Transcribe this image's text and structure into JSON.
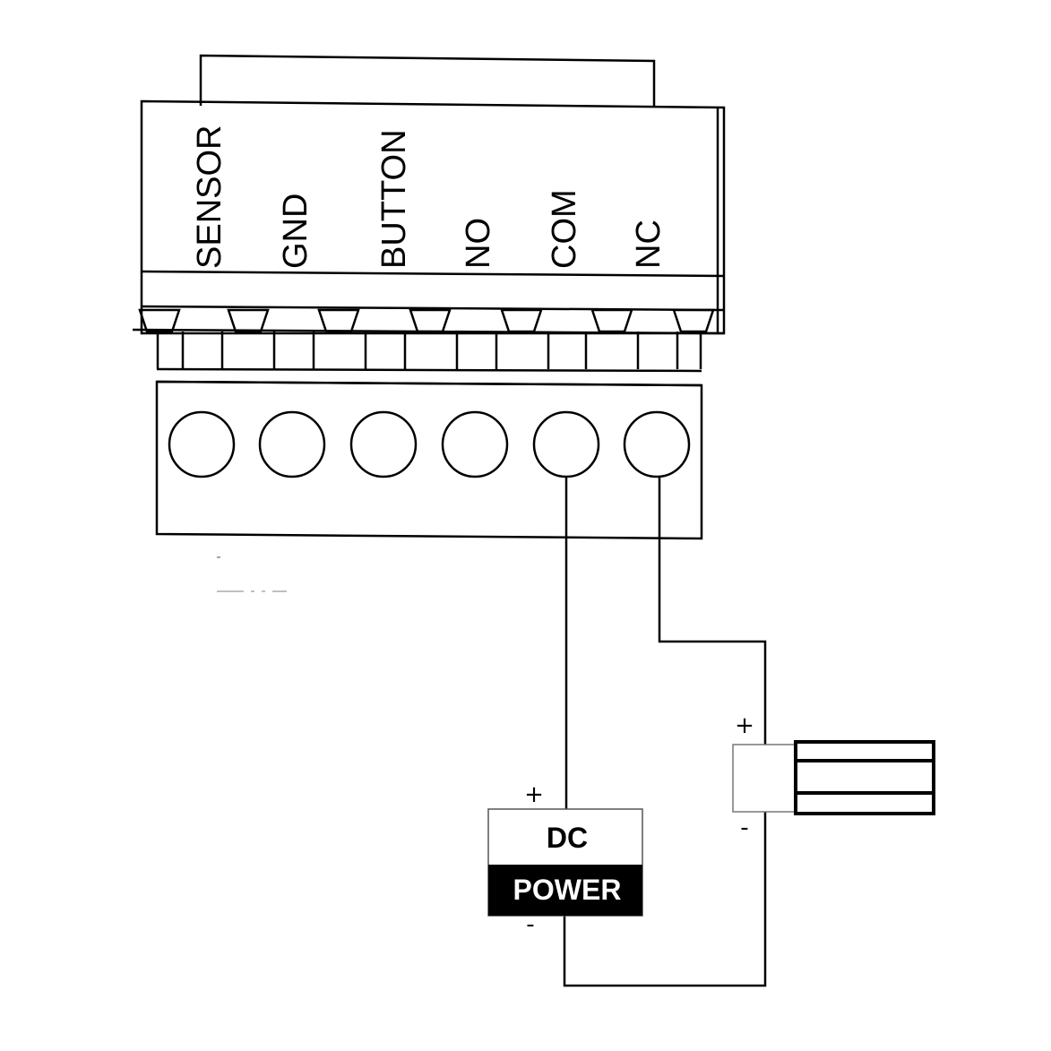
{
  "connector": {
    "pins": [
      {
        "label": "SENSOR"
      },
      {
        "label": "GND"
      },
      {
        "label": "BUTTON"
      },
      {
        "label": "NO"
      },
      {
        "label": "COM"
      },
      {
        "label": "NC"
      }
    ]
  },
  "power_supply": {
    "line1": "DC",
    "line2": "POWER",
    "plus": "+",
    "minus": "-"
  },
  "lock": {
    "plus": "+",
    "minus": "-"
  },
  "colors": {
    "line": "#000000",
    "background": "#ffffff"
  }
}
